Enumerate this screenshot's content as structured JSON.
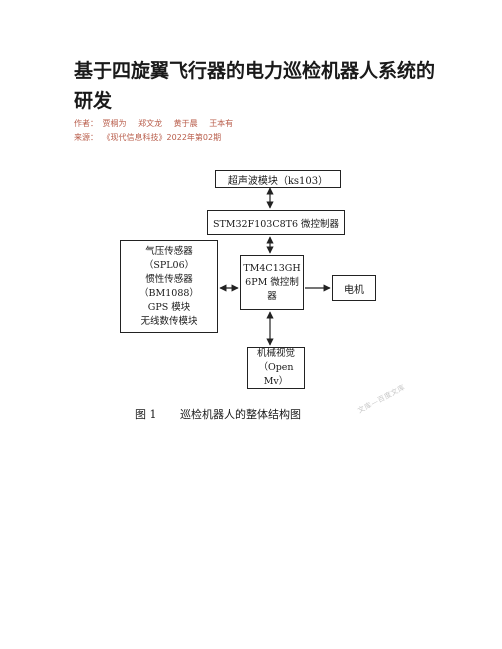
{
  "article": {
    "title": "基于四旋翼飞行器的电力巡检机器人系统的研发",
    "authors_label": "作者：",
    "authors": [
      "贾桐为",
      "郑文龙",
      "黄于晨",
      "王本有"
    ],
    "source_label": "来源：",
    "source": "《现代信息科技》2022年第02期"
  },
  "figure": {
    "boxes": {
      "ultrasonic": "超声波模块（ks103）",
      "stm32": "STM32F103C8T6 微控制器",
      "sensors": [
        "气压传感器",
        "（SPL06）",
        "惯性传感器",
        "（BM1088）",
        "GPS 模块",
        "无线数传模块"
      ],
      "tm4c": [
        "TM4C13GH",
        "6PM 微控制器"
      ],
      "motor": "电机",
      "vision": [
        "机械视觉",
        "（Open Mv）"
      ]
    },
    "caption_number": "图 1",
    "caption_text": "巡检机器人的整体结构图"
  },
  "watermark": "文库—百度文库"
}
